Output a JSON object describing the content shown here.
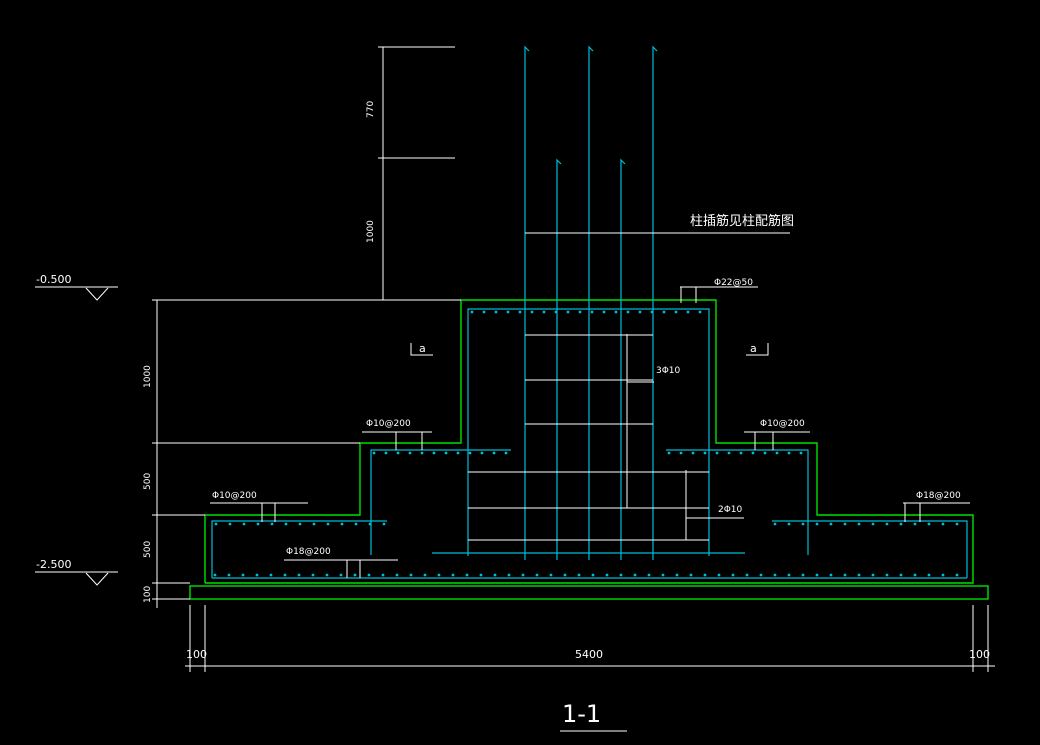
{
  "drawing": {
    "title": "1-1",
    "note": "柱插筋见柱配筋图",
    "elevations": {
      "top": "-0.500",
      "bottom": "-2.500"
    },
    "dimensions": {
      "upper_770": "770",
      "upper_1000": "1000",
      "left_1000": "1000",
      "left_500a": "500",
      "left_500b": "500",
      "left_100": "100",
      "bottom_total": "5400",
      "bottom_left": "100",
      "bottom_right": "100"
    },
    "rebar_labels": {
      "top_mesh": "Φ22@50",
      "step_left": "Φ10@200",
      "step_right": "Φ10@200",
      "base_left": "Φ10@200",
      "base_right": "Φ18@200",
      "bottom_mesh": "Φ18@200",
      "stirrup_upper": "3Φ10",
      "stirrup_lower": "2Φ10"
    },
    "section_marks": {
      "left": "a",
      "right": "a"
    }
  },
  "colors": {
    "background": "#000000",
    "outline": "#00e000",
    "rebar": "#00bcd4",
    "text": "#ffffff"
  }
}
